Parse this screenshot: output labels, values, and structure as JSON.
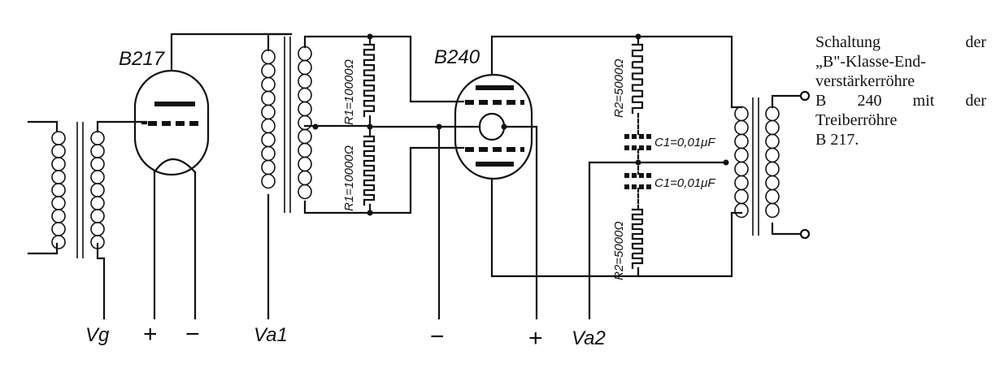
{
  "tubes": {
    "driver": "B217",
    "output": "B240"
  },
  "resistors": {
    "r1_top": "R1=10000Ω",
    "r1_bottom": "R1=10000Ω",
    "r2_top": "R2=5000Ω",
    "r2_bottom": "R2=5000Ω"
  },
  "capacitors": {
    "c1_top": "C1=0,01μF",
    "c1_bottom": "C1=0,01μF"
  },
  "terminals": {
    "vg": "Vg",
    "driver_plus": "+",
    "driver_minus": "−",
    "va1": "Va1",
    "output_minus": "−",
    "output_plus": "+",
    "va2": "Va2"
  },
  "caption": {
    "lines": [
      "Schaltung der",
      "„B\"-Klasse-End-",
      "verstärkerröhre",
      "B 240 mit der",
      "Treiberröhre",
      "B 217."
    ]
  }
}
